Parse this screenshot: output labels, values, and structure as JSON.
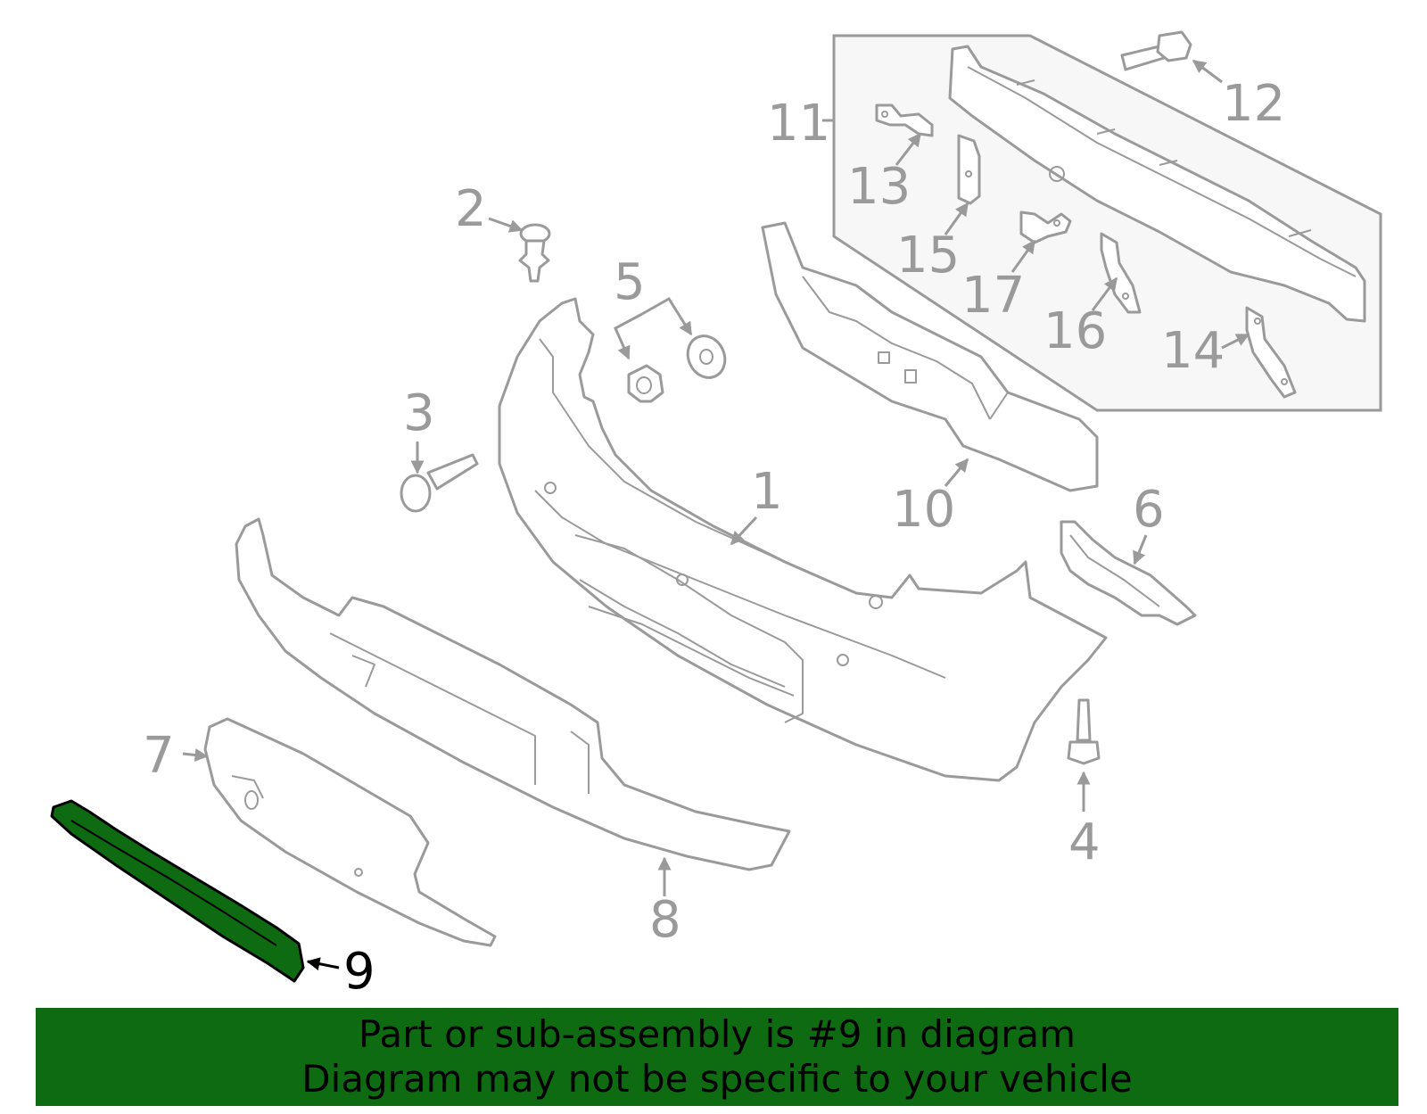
{
  "diagram": {
    "highlighted_part": "9",
    "highlight_color": "#0f6b12",
    "line_color": "#9a9a9a",
    "callouts": {
      "c1": "1",
      "c2": "2",
      "c3": "3",
      "c4": "4",
      "c5": "5",
      "c6": "6",
      "c7": "7",
      "c8": "8",
      "c9": "9",
      "c10": "10",
      "c11": "11",
      "c12": "12",
      "c13": "13",
      "c14": "14",
      "c15": "15",
      "c16": "16",
      "c17": "17"
    }
  },
  "banner": {
    "line1": "Part or sub-assembly is #9 in diagram",
    "line2": "Diagram may not be specific to your vehicle",
    "background": "#0f6b12"
  }
}
